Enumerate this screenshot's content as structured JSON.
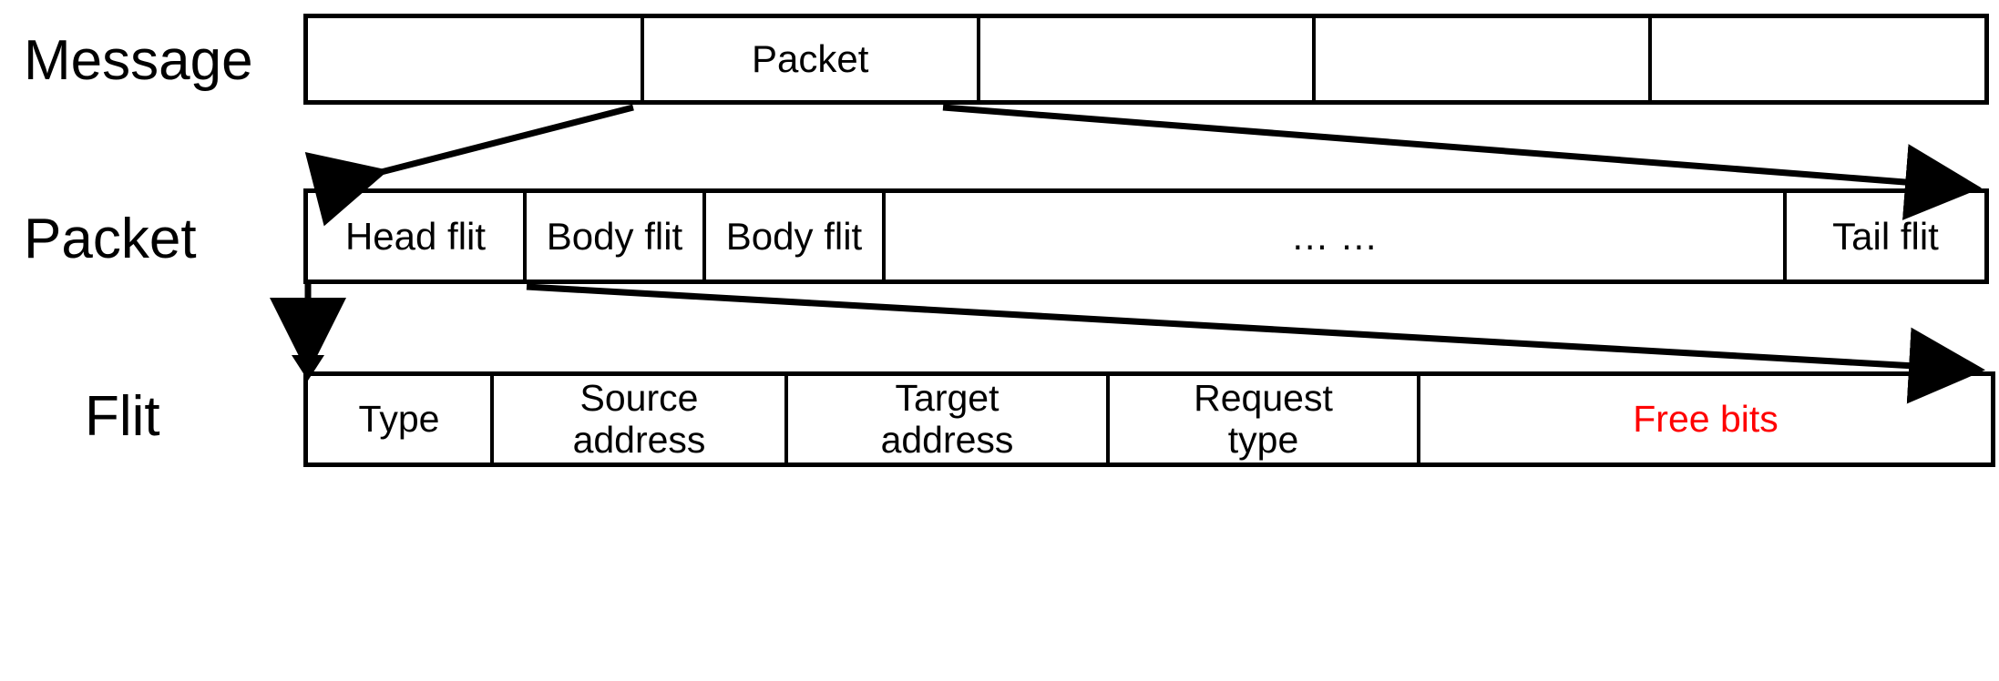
{
  "diagram": {
    "title": "Message / Packet / Flit decomposition",
    "background_color": "#ffffff",
    "line_color": "#000000",
    "accent_color": "#ff0000"
  },
  "rows": {
    "message": {
      "label": "Message",
      "cells": [
        {
          "text": ""
        },
        {
          "text": "Packet"
        },
        {
          "text": ""
        },
        {
          "text": ""
        },
        {
          "text": ""
        }
      ]
    },
    "packet": {
      "label": "Packet",
      "cells": [
        {
          "text": "Head flit"
        },
        {
          "text": "Body flit"
        },
        {
          "text": "Body flit"
        },
        {
          "text": "… …"
        },
        {
          "text": "Tail flit"
        }
      ]
    },
    "flit": {
      "label": "Flit",
      "cells": [
        {
          "line1": "Type",
          "line2": "",
          "color": "#000000"
        },
        {
          "line1": "Source",
          "line2": "address",
          "color": "#000000"
        },
        {
          "line1": "Target",
          "line2": "address",
          "color": "#000000"
        },
        {
          "line1": "Request",
          "line2": "type",
          "color": "#000000"
        },
        {
          "line1": "Free bits",
          "line2": "",
          "color": "#ff0000"
        }
      ]
    }
  },
  "connectors": [
    {
      "name": "packet-expand-left",
      "from": "message-packet-cell-left",
      "to": "packet-row-left",
      "arrowhead": "left-end"
    },
    {
      "name": "packet-expand-right",
      "from": "message-packet-cell-right",
      "to": "packet-row-right",
      "arrowhead": "right-end"
    },
    {
      "name": "flit-expand-left",
      "from": "packet-headflit-left",
      "to": "flit-row-left",
      "arrowhead": "bottom-end"
    },
    {
      "name": "flit-expand-right",
      "from": "packet-headflit-right",
      "to": "flit-row-right",
      "arrowhead": "right-end"
    }
  ]
}
